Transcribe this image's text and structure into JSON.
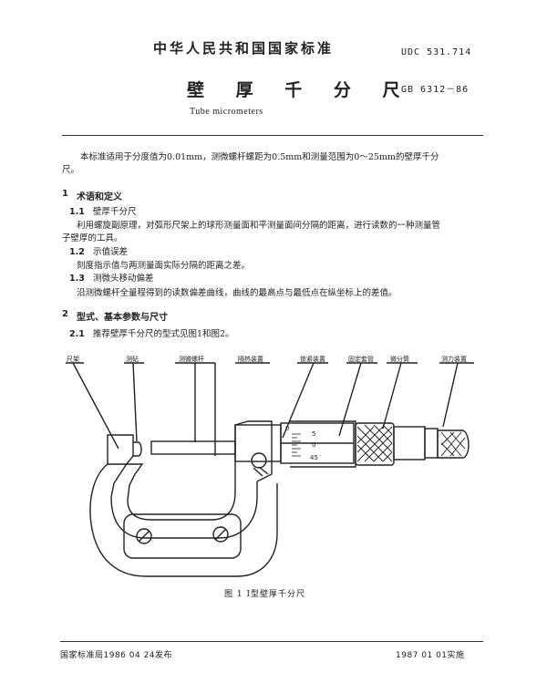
{
  "header": {
    "standard_org": "中华人民共和国国家标准",
    "udc": "UDC 531.714",
    "title": "壁 厚 千 分 尺",
    "gb_number": "GB 6312－86",
    "english_title": "Tube micrometers"
  },
  "intro": {
    "line1": "本标准适用于分度值为0.01mm，测微螺杆螺距为0.5mm和测量范围为0～25mm的壁厚千分",
    "line2": "尺。"
  },
  "section1": {
    "number": "1",
    "heading": "术语和定义",
    "items": [
      {
        "num": "1.1",
        "term": "壁厚千分尺",
        "def1": "利用螺旋副原理，对弧形尺架上的球形测量面和平测量面间分隔的距离，进行读数的一种测量管",
        "def2": "子壁厚的工具。"
      },
      {
        "num": "1.2",
        "term": "示值误差",
        "def1": "刻度指示值与两测量面实际分隔的距离之差。"
      },
      {
        "num": "1.3",
        "term": "测微头移动偏差",
        "def1": "沿测微螺杆全量程得到的读数偏差曲线，曲线的最高点与最低点在纵坐标上的差值。"
      }
    ]
  },
  "section2": {
    "number": "2",
    "heading": "型式、基本参数与尺寸",
    "item_num": "2.1",
    "item_text": "推荐壁厚千分尺的型式见图1和图2。"
  },
  "figure": {
    "labels": [
      "尺架",
      "测砧",
      "测微螺杆",
      "隔热装置",
      "锁紧装置",
      "固定套管",
      "微分筒",
      "测力装置"
    ],
    "scale_marks": [
      "0",
      "5",
      "0",
      "45"
    ],
    "caption": "图 1  Ⅰ型壁厚千分尺"
  },
  "footer": {
    "issued": "国家标准局1986  04  24发布",
    "effective": "1987  01  01实施"
  }
}
